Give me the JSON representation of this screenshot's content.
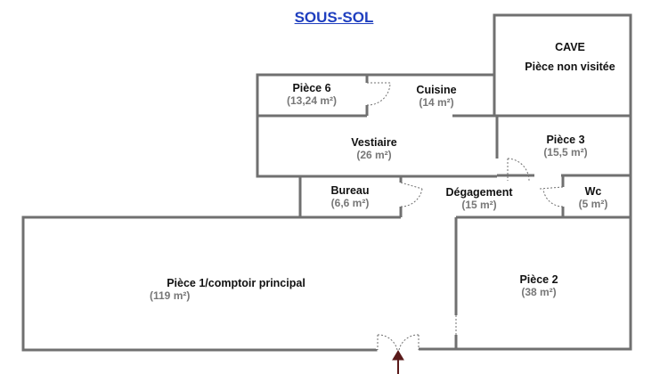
{
  "title": "SOUS-SOL",
  "rooms": {
    "cave": {
      "name": "CAVE",
      "note": "Pièce non visitée"
    },
    "piece6": {
      "name": "Pièce 6",
      "area": "(13,24 m²)"
    },
    "cuisine": {
      "name": "Cuisine",
      "area": "(14 m²)"
    },
    "vestiaire": {
      "name": "Vestiaire",
      "area": "(26 m²)"
    },
    "piece3": {
      "name": "Pièce 3",
      "area": "(15,5 m²)"
    },
    "bureau": {
      "name": "Bureau",
      "area": "(6,6 m²)"
    },
    "degagement": {
      "name": "Dégagement",
      "area": "(15 m²)"
    },
    "wc": {
      "name": "Wc",
      "area": "(5 m²)"
    },
    "piece1": {
      "name": "Pièce 1/comptoir principal",
      "area": "(119 m²)"
    },
    "piece2": {
      "name": "Pièce 2",
      "area": "(38 m²)"
    }
  },
  "colors": {
    "wall": "#707070",
    "title": "#1f3fbf",
    "arrow": "#5a1a1a"
  }
}
